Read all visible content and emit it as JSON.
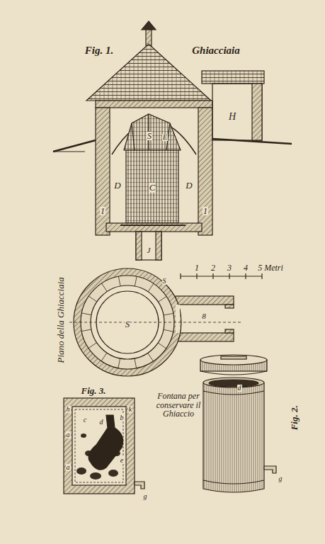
{
  "diagram": {
    "title": "Ghiacciaia",
    "labels": [
      "Fig. 1.",
      "S",
      "E",
      "D",
      "C",
      "D",
      "H",
      "1",
      "1",
      "J",
      "1",
      "2",
      "3",
      "4",
      "5 Metri",
      "Piano della Ghiacciaia",
      "S",
      "S",
      "8",
      "Fig. 3.",
      "h",
      "k",
      "b",
      "c",
      "d",
      "a",
      "e",
      "a",
      "g",
      "Fontana per conservare il Ghiaccio",
      "d",
      "g",
      "Fig. 2."
    ]
  }
}
